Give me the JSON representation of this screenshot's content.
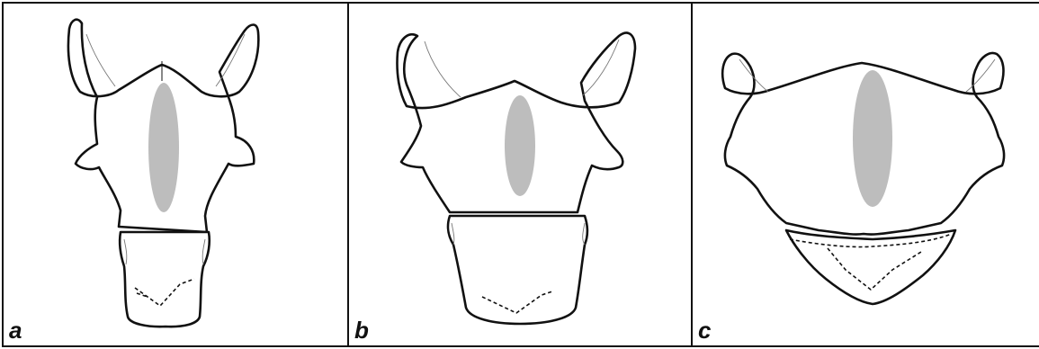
{
  "panels": [
    {
      "label": "a"
    },
    {
      "label": "b"
    },
    {
      "label": "c"
    }
  ],
  "colors": {
    "outline": "#111111",
    "spot": "#bdbdbd",
    "background": "#ffffff"
  }
}
